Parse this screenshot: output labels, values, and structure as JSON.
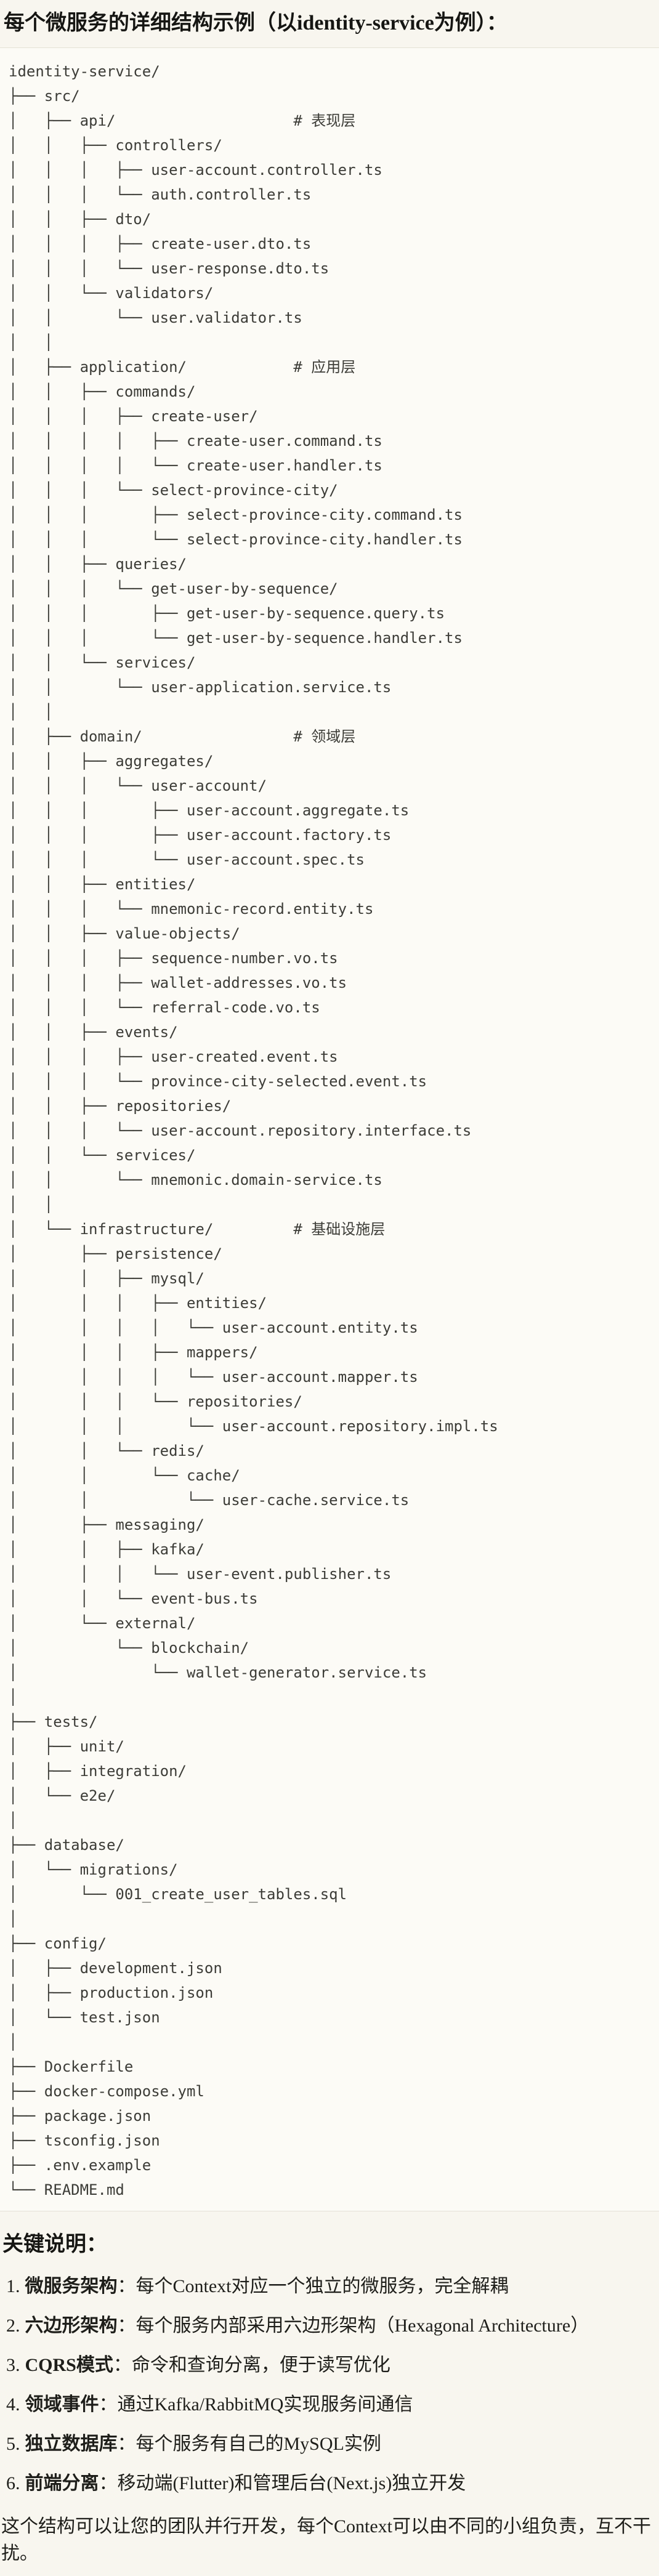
{
  "title": "每个微服务的详细结构示例（以identity-service为例）：",
  "code": {
    "language": "text",
    "lines": [
      "identity-service/",
      "├── src/",
      "│   ├── api/                    # 表现层",
      "│   │   ├── controllers/",
      "│   │   │   ├── user-account.controller.ts",
      "│   │   │   └── auth.controller.ts",
      "│   │   ├── dto/",
      "│   │   │   ├── create-user.dto.ts",
      "│   │   │   └── user-response.dto.ts",
      "│   │   └── validators/",
      "│   │       └── user.validator.ts",
      "│   │",
      "│   ├── application/            # 应用层",
      "│   │   ├── commands/",
      "│   │   │   ├── create-user/",
      "│   │   │   │   ├── create-user.command.ts",
      "│   │   │   │   └── create-user.handler.ts",
      "│   │   │   └── select-province-city/",
      "│   │   │       ├── select-province-city.command.ts",
      "│   │   │       └── select-province-city.handler.ts",
      "│   │   ├── queries/",
      "│   │   │   └── get-user-by-sequence/",
      "│   │   │       ├── get-user-by-sequence.query.ts",
      "│   │   │       └── get-user-by-sequence.handler.ts",
      "│   │   └── services/",
      "│   │       └── user-application.service.ts",
      "│   │",
      "│   ├── domain/                 # 领域层",
      "│   │   ├── aggregates/",
      "│   │   │   └── user-account/",
      "│   │   │       ├── user-account.aggregate.ts",
      "│   │   │       ├── user-account.factory.ts",
      "│   │   │       └── user-account.spec.ts",
      "│   │   ├── entities/",
      "│   │   │   └── mnemonic-record.entity.ts",
      "│   │   ├── value-objects/",
      "│   │   │   ├── sequence-number.vo.ts",
      "│   │   │   ├── wallet-addresses.vo.ts",
      "│   │   │   └── referral-code.vo.ts",
      "│   │   ├── events/",
      "│   │   │   ├── user-created.event.ts",
      "│   │   │   └── province-city-selected.event.ts",
      "│   │   ├── repositories/",
      "│   │   │   └── user-account.repository.interface.ts",
      "│   │   └── services/",
      "│   │       └── mnemonic.domain-service.ts",
      "│   │",
      "│   └── infrastructure/         # 基础设施层",
      "│       ├── persistence/",
      "│       │   ├── mysql/",
      "│       │   │   ├── entities/",
      "│       │   │   │   └── user-account.entity.ts",
      "│       │   │   ├── mappers/",
      "│       │   │   │   └── user-account.mapper.ts",
      "│       │   │   └── repositories/",
      "│       │   │       └── user-account.repository.impl.ts",
      "│       │   └── redis/",
      "│       │       └── cache/",
      "│       │           └── user-cache.service.ts",
      "│       ├── messaging/",
      "│       │   ├── kafka/",
      "│       │   │   └── user-event.publisher.ts",
      "│       │   └── event-bus.ts",
      "│       └── external/",
      "│           └── blockchain/",
      "│               └── wallet-generator.service.ts",
      "│",
      "├── tests/",
      "│   ├── unit/",
      "│   ├── integration/",
      "│   └── e2e/",
      "│",
      "├── database/",
      "│   └── migrations/",
      "│       └── 001_create_user_tables.sql",
      "│",
      "├── config/",
      "│   ├── development.json",
      "│   ├── production.json",
      "│   └── test.json",
      "│",
      "├── Dockerfile",
      "├── docker-compose.yml",
      "├── package.json",
      "├── tsconfig.json",
      "├── .env.example",
      "└── README.md"
    ]
  },
  "notes": {
    "heading": "关键说明：",
    "separator": "：",
    "items": [
      {
        "num": "1.",
        "label": "微服务架构",
        "text": "每个Context对应一个独立的微服务，完全解耦"
      },
      {
        "num": "2.",
        "label": "六边形架构",
        "text": "每个服务内部采用六边形架构（Hexagonal Architecture）"
      },
      {
        "num": "3.",
        "label": "CQRS模式",
        "text": "命令和查询分离，便于读写优化"
      },
      {
        "num": "4.",
        "label": "领域事件",
        "text": "通过Kafka/RabbitMQ实现服务间通信"
      },
      {
        "num": "5.",
        "label": "独立数据库",
        "text": "每个服务有自己的MySQL实例"
      },
      {
        "num": "6.",
        "label": "前端分离",
        "text": "移动端(Flutter)和管理后台(Next.js)独立开发"
      }
    ]
  },
  "footer": "这个结构可以让您的团队并行开发，每个Context可以由不同的小组负责，互不干扰。",
  "colors": {
    "page_bg": "#F8F6EF",
    "code_bg": "#FCFBF6",
    "code_border": "#E4E1D6",
    "code_text": "#3C3C37",
    "text": "#1E1E1A"
  }
}
